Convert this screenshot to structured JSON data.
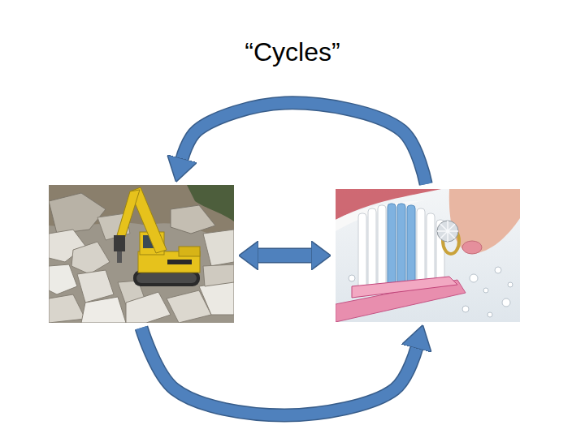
{
  "diagram": {
    "title": "“Cycles”",
    "nodes": [
      {
        "text": []
      },
      {
        "text": []
      }
    ],
    "edges": [
      {
        "from": 1,
        "to": 0,
        "arrow": "to"
      },
      {
        "from": 0,
        "to": 1,
        "arrow": "to"
      },
      {
        "from": 0,
        "to": 1,
        "arrow": "both"
      }
    ]
  }
}
